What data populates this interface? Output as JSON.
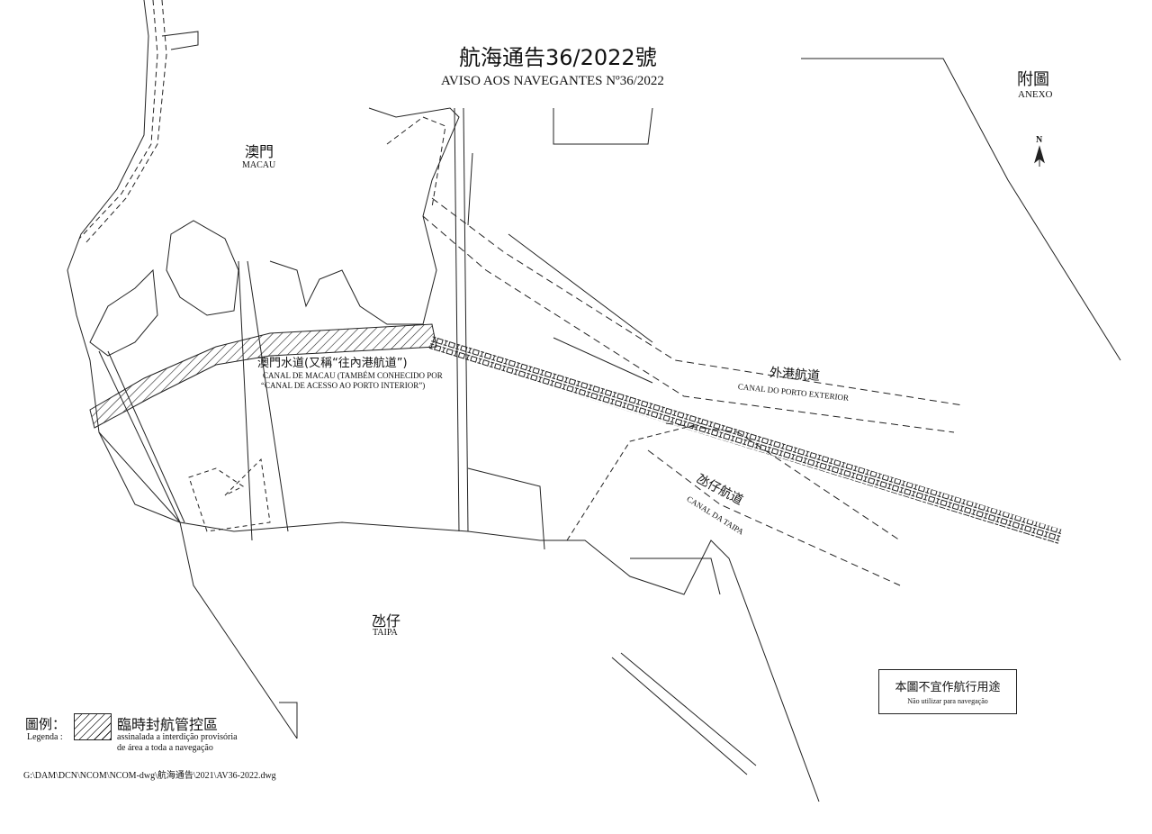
{
  "header": {
    "title_zh": "航海通告36/2022號",
    "title_pt": "AVISO AOS NAVEGANTES Nº36/2022",
    "annex_zh": "附圖",
    "annex_pt": "ANEXO",
    "north_label": "N"
  },
  "places": {
    "macau_zh": "澳門",
    "macau_pt": "MACAU",
    "taipa_zh": "氹仔",
    "taipa_pt": "TAIPA"
  },
  "channels": {
    "macau_zh": "澳門水道(又稱“往內港航道”)",
    "macau_pt_1": "CANAL DE MACAU (TAMBÉM CONHECIDO POR",
    "macau_pt_2": "“CANAL DE ACESSO AO PORTO INTERIOR”)",
    "outer_zh": "外港航道",
    "outer_pt": "CANAL DO PORTO EXTERIOR",
    "taipa_zh": "氹仔航道",
    "taipa_pt": "CANAL DA TAIPA"
  },
  "disclaimer": {
    "zh": "本圖不宜作航行用途",
    "pt": "Não utilizar para navegação"
  },
  "legend": {
    "title_zh": "圖例：",
    "title_pt": "Legenda :",
    "item_zh": "臨時封航管控區",
    "item_pt_1": "assinalada a interdição provisória",
    "item_pt_2": "de área a toda a navegação"
  },
  "file_path": "G:\\DAM\\DCN\\NCOM\\NCOM-dwg\\航海通告\\2021\\AV36-2022.dwg"
}
